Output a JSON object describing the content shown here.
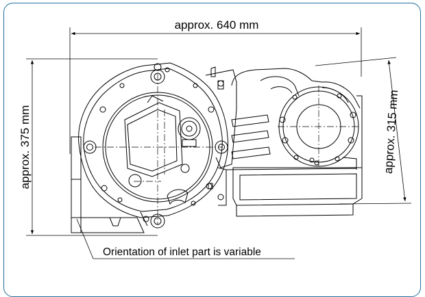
{
  "dimensions": {
    "width_label": "approx. 640 mm",
    "height_left_label": "approx. 375 mm",
    "height_right_label": "approx. 315 mm"
  },
  "note": {
    "text": "Orientation of inlet part is variable"
  },
  "colors": {
    "frame_border": "#1f6f9a",
    "line": "#000000"
  }
}
